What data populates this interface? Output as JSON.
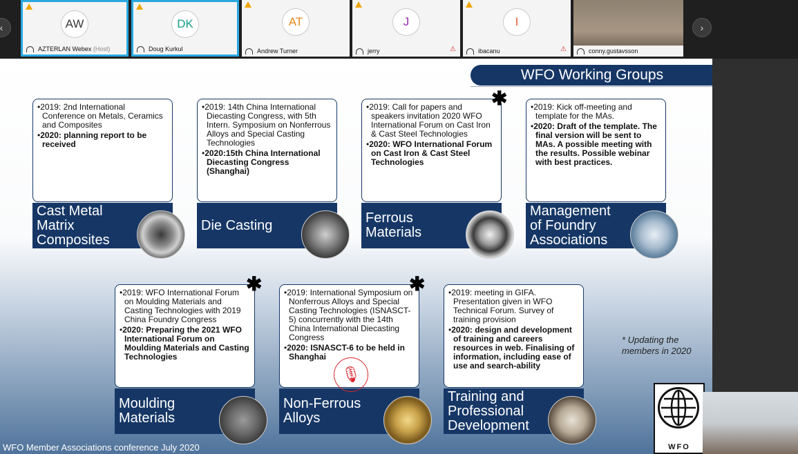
{
  "participants": [
    {
      "initials": "AW",
      "name": "AZTERLAN Webex",
      "role": "(Host)",
      "color": "#3a3a3a",
      "muted": false,
      "active": true
    },
    {
      "initials": "DK",
      "name": "Doug Kurkul",
      "role": "",
      "color": "#1a9b8a",
      "muted": false,
      "active": true
    },
    {
      "initials": "AT",
      "name": "Andrew Turner",
      "role": "",
      "color": "#e8861a",
      "muted": false,
      "active": false
    },
    {
      "initials": "J",
      "name": "jerry",
      "role": "",
      "color": "#9b27af",
      "muted": true,
      "active": false
    },
    {
      "initials": "I",
      "name": "ibacanu",
      "role": "",
      "color": "#e25a2a",
      "muted": true,
      "active": false
    }
  ],
  "video_participant": {
    "name": "conny.gustavsson"
  },
  "slide": {
    "title": "WFO Working Groups",
    "cards": [
      {
        "title": "Cast Metal Matrix Composites",
        "items": [
          {
            "text": "2019: 2nd International Conference on Metals, Ceramics and Composites",
            "bold": false
          },
          {
            "text": "2020: planning report to be received",
            "bold": true
          }
        ]
      },
      {
        "title": "Die Casting",
        "items": [
          {
            "text": "2019: 14th China International Diecasting Congress, with 5th Intern. Symposium on Nonferrous Alloys and Special Casting Technologies",
            "bold": false
          },
          {
            "text": "2020:15th China International Diecasting Congress (Shanghai)",
            "bold": true
          }
        ]
      },
      {
        "title": "Ferrous Materials",
        "items": [
          {
            "text": "2019: Call for papers and speakers invitation 2020 WFO International Forum on Cast Iron & Cast Steel Technologies",
            "bold": false
          },
          {
            "text": "2020: WFO International Forum on Cast Iron & Cast Steel Technologies",
            "bold": true
          }
        ]
      },
      {
        "title": "Management of Foundry Associations",
        "items": [
          {
            "text": "2019: Kick off-meeting and template for the MAs.",
            "bold": false
          },
          {
            "text": "2020: Draft of the template. The final version will be sent to MAs. A possible meeting with the results. Possible webinar with best practices.",
            "bold": true
          }
        ]
      },
      {
        "title": "Moulding Materials",
        "items": [
          {
            "text": "2019: WFO International Forum on Moulding Materials and Casting Technologies with 2019 China Foundry Congress",
            "bold": false
          },
          {
            "text": "2020: Preparing the 2021 WFO International Forum on Moulding Materials and Casting Technologies",
            "bold": true
          }
        ]
      },
      {
        "title": "Non-Ferrous Alloys",
        "items": [
          {
            "text": "2019: International Symposium on Nonferrous Alloys and Special Casting Technologies (ISNASCT-5) concurrently with the 14th China International Diecasting Congress",
            "bold": false
          },
          {
            "text": "2020: ISNASCT-6 to be held in Shanghai",
            "bold": true
          }
        ]
      },
      {
        "title": "Training and Professional Development",
        "items": [
          {
            "text": "2019: meeting in GIFA. Presentation given in WFO Technical Forum. Survey of training provision",
            "bold": false
          },
          {
            "text": "2020: design and development of training and careers resources in web. Finalising of information, including ease of use and search-ability",
            "bold": true
          }
        ]
      }
    ],
    "note": "* Updating the members in 2020",
    "footer": "WFO Member Associations conference July 2020",
    "logo_text": "WFO",
    "star": "✱",
    "mute_glyph": "🎙",
    "nav_prev": "‹",
    "nav_next": "›"
  },
  "colors": {
    "slide_navy": "#163766",
    "active_border": "#29a8e0",
    "mute_red": "#d8262b"
  }
}
